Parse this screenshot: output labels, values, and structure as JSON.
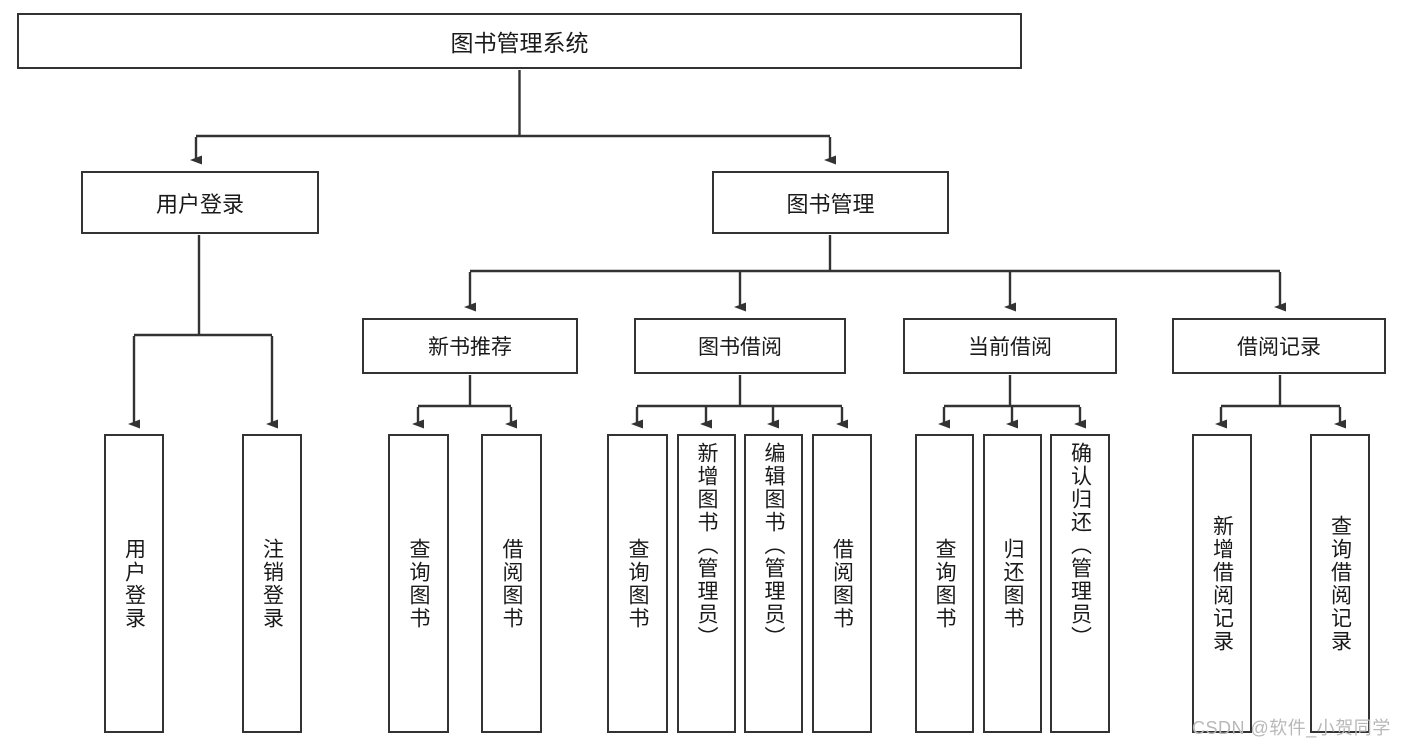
{
  "diagram": {
    "type": "tree-hierarchy",
    "title": "图书管理系统",
    "root": {
      "label": "图书管理系统"
    },
    "level2": [
      {
        "label": "用户登录"
      },
      {
        "label": "图书管理"
      }
    ],
    "level3": [
      {
        "label": "新书推荐"
      },
      {
        "label": "图书借阅"
      },
      {
        "label": "当前借阅"
      },
      {
        "label": "借阅记录"
      }
    ],
    "leaves": {
      "user_login": [
        {
          "label": "用户登录"
        },
        {
          "label": "注销登录"
        }
      ],
      "new_book_recommend": [
        {
          "label": "查询图书"
        },
        {
          "label": "借阅图书"
        }
      ],
      "book_borrow": [
        {
          "label": "查询图书"
        },
        {
          "label": "新增图书（管理员）"
        },
        {
          "label": "编辑图书（管理员）"
        },
        {
          "label": "借阅图书"
        }
      ],
      "current_borrow": [
        {
          "label": "查询图书"
        },
        {
          "label": "归还图书"
        },
        {
          "label": "确认归还（管理员）"
        }
      ],
      "borrow_record": [
        {
          "label": "新增借阅记录"
        },
        {
          "label": "查询借阅记录"
        }
      ]
    }
  },
  "watermark": {
    "text": "CSDN @软件_小贺同学"
  },
  "colors": {
    "stroke": "#333333",
    "box_fill": "#ffffff",
    "text": "#1a1a1a",
    "watermark": "#b8b8b8"
  }
}
